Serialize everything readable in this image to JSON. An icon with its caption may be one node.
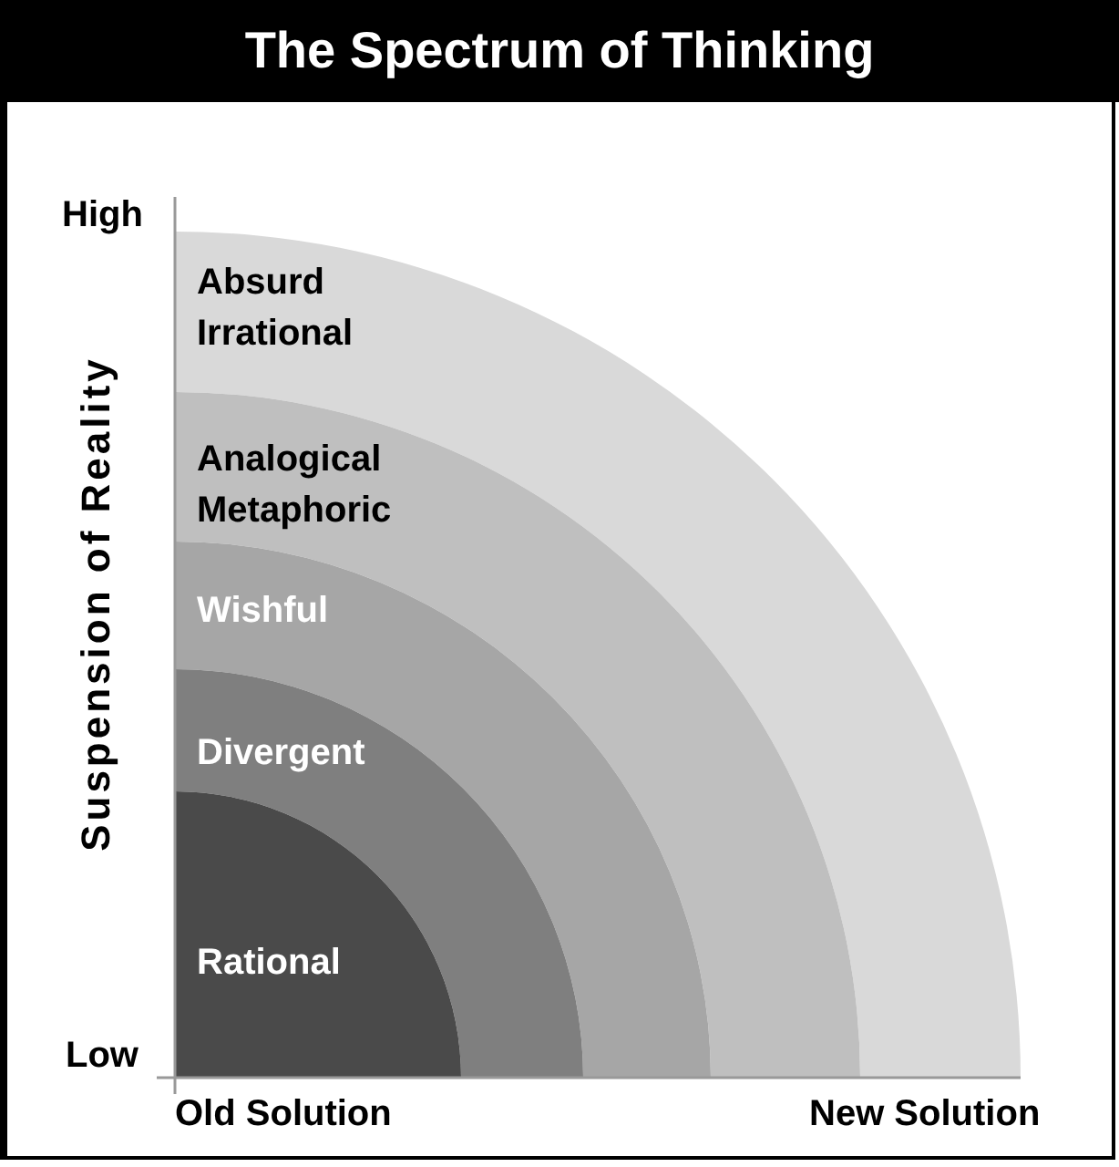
{
  "diagram": {
    "title": "The Spectrum of Thinking",
    "nodes": [
      {
        "text": [
          "Absurd Irrational"
        ]
      },
      {
        "text": [
          "Analogical Metaphoric"
        ]
      },
      {
        "text": [
          "Wishful"
        ]
      },
      {
        "text": [
          "Divergent"
        ]
      },
      {
        "text": [
          "Rational"
        ]
      }
    ],
    "edges": [],
    "labels": [
      "High",
      "Suspension of Reality",
      "Low",
      "Old Solution",
      "New Solution"
    ]
  }
}
